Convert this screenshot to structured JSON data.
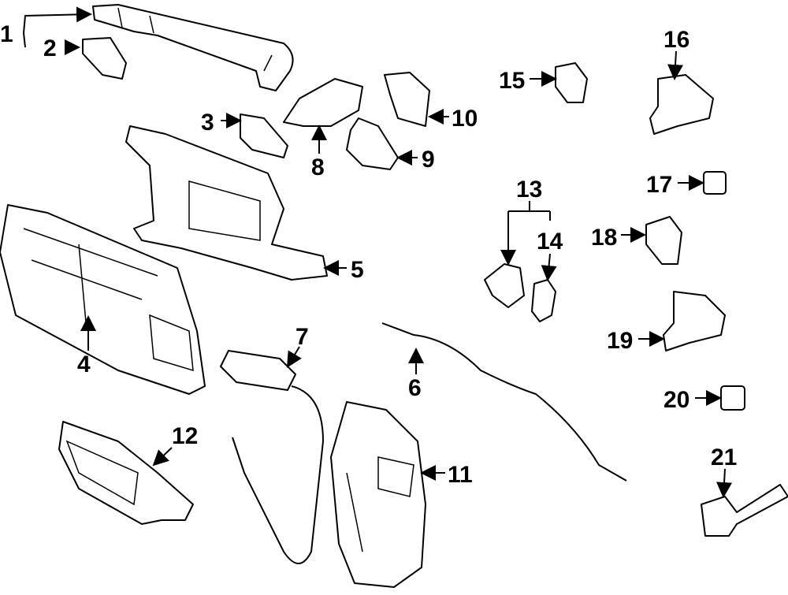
{
  "diagram": {
    "type": "exploded parts diagram",
    "callouts": [
      "1",
      "2",
      "3",
      "4",
      "5",
      "6",
      "7",
      "8",
      "9",
      "10",
      "11",
      "12",
      "13",
      "14",
      "15",
      "16",
      "17",
      "18",
      "19",
      "20",
      "21"
    ],
    "colors": {
      "line": "#000000",
      "background": "#ffffff"
    }
  }
}
